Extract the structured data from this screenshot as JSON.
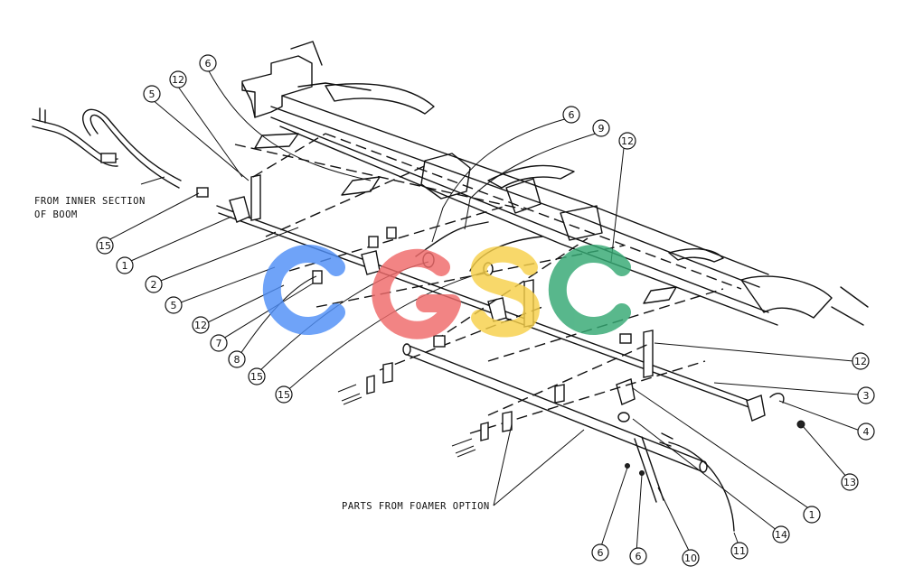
{
  "notes": {
    "inner_line1": "FROM INNER SECTION",
    "inner_line2": "OF BOOM",
    "foamer": "PARTS FROM FOAMER OPTION"
  },
  "watermark": {
    "text": "CGSC",
    "colors": [
      "#4f8ff7",
      "#f06a6a",
      "#f7d04a",
      "#34a873"
    ]
  },
  "callouts": [
    {
      "label": "12"
    },
    {
      "label": "5"
    },
    {
      "label": "6"
    },
    {
      "label": "6"
    },
    {
      "label": "9"
    },
    {
      "label": "12"
    },
    {
      "label": "15"
    },
    {
      "label": "1"
    },
    {
      "label": "2"
    },
    {
      "label": "5"
    },
    {
      "label": "12"
    },
    {
      "label": "7"
    },
    {
      "label": "8"
    },
    {
      "label": "15"
    },
    {
      "label": "15"
    },
    {
      "label": "12"
    },
    {
      "label": "3"
    },
    {
      "label": "4"
    },
    {
      "label": "13"
    },
    {
      "label": "1"
    },
    {
      "label": "14"
    },
    {
      "label": "11"
    },
    {
      "label": "10"
    },
    {
      "label": "6"
    },
    {
      "label": "6"
    }
  ]
}
